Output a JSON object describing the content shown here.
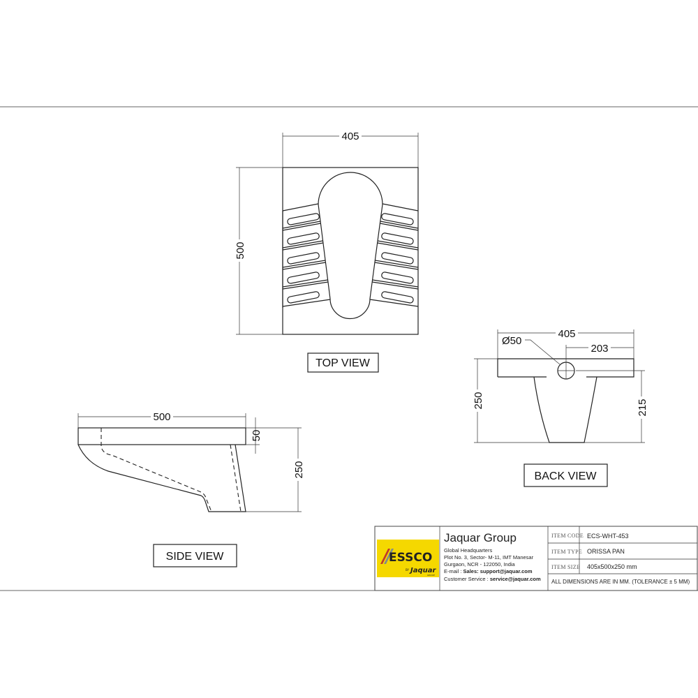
{
  "drawing": {
    "top_view": {
      "label": "TOP VIEW",
      "width_dim": "405",
      "length_dim": "500"
    },
    "side_view": {
      "label": "SIDE VIEW",
      "length_dim": "500",
      "rim_dim": "50",
      "height_dim": "250"
    },
    "back_view": {
      "label": "BACK VIEW",
      "width_dim": "405",
      "outlet_offset_dim": "203",
      "outlet_diameter_dim": "Ø50",
      "height_dim": "250",
      "outlet_height_dim": "215"
    }
  },
  "title_block": {
    "logo": {
      "brand": "ESSCO",
      "by": "BY",
      "sub_brand": "Jaquar",
      "sub_brand_tag": "GROUP",
      "color": "#f5d800"
    },
    "company": "Jaquar Group",
    "address_lines": [
      "Global Headquarters",
      "Plot No. 3, Sector- M-11, IMT Manesar",
      "Gurgaon, NCR - 122050, India"
    ],
    "email_label": "E-mail : ",
    "email_value": "Sales: support@jaquar.com",
    "service_label": "Customer Service : ",
    "service_value": "service@jaquar.com",
    "fields": [
      {
        "label": "ITEM CODE",
        "value": "ECS-WHT-453"
      },
      {
        "label": "ITEM TYPE",
        "value": "ORISSA PAN"
      },
      {
        "label": "ITEM SIZE",
        "value": "405x500x250 mm"
      }
    ],
    "note": "ALL DIMENSIONS ARE IN MM. (TOLERANCE ± 5 MM)"
  }
}
